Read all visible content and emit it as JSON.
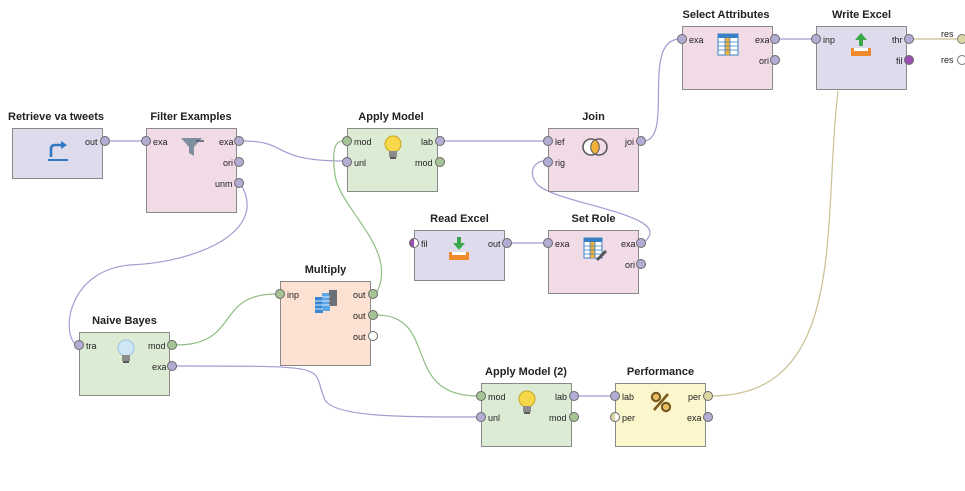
{
  "operators": {
    "retrieve": {
      "title": "Retrieve va tweets",
      "out": "out"
    },
    "filter": {
      "title": "Filter Examples",
      "exa_in": "exa",
      "exa_out": "exa",
      "ori": "ori",
      "unm": "unm"
    },
    "apply1": {
      "title": "Apply Model",
      "mod_in": "mod",
      "unl": "unl",
      "lab": "lab",
      "mod_out": "mod"
    },
    "join": {
      "title": "Join",
      "lef": "lef",
      "rig": "rig",
      "joi": "joi"
    },
    "select": {
      "title": "Select Attributes",
      "exa_in": "exa",
      "exa_out": "exa",
      "ori": "ori"
    },
    "write": {
      "title": "Write Excel",
      "inp": "inp",
      "thr": "thr",
      "fil": "fil"
    },
    "readexcel": {
      "title": "Read Excel",
      "fil": "fil",
      "out": "out"
    },
    "setrole": {
      "title": "Set Role",
      "exa_in": "exa",
      "exa_out": "exa",
      "ori": "ori"
    },
    "multiply": {
      "title": "Multiply",
      "inp": "inp",
      "out1": "out",
      "out2": "out",
      "out3": "out"
    },
    "naive": {
      "title": "Naive Bayes",
      "tra": "tra",
      "mod": "mod",
      "exa": "exa"
    },
    "apply2": {
      "title": "Apply Model (2)",
      "mod_in": "mod",
      "unl": "unl",
      "lab": "lab",
      "mod_out": "mod"
    },
    "perf": {
      "title": "Performance",
      "lab": "lab",
      "per_in": "per",
      "per_out": "per",
      "exa": "exa"
    }
  },
  "results": {
    "res1": "res",
    "res2": "res"
  },
  "colors": {
    "example_set": "#b3acd4",
    "model": "#a6c496",
    "performance": "#dcd6a4",
    "wire_example": "#a59ad0",
    "wire_model": "#8fbf84",
    "wire_perf": "#c9c192"
  },
  "icons": {
    "retrieve": "retrieve-arrow-icon",
    "filter": "funnel-icon",
    "apply": "lightbulb-icon",
    "join": "venn-join-icon",
    "select": "table-columns-icon",
    "write": "excel-upload-icon",
    "read": "excel-download-icon",
    "setrole": "table-edit-icon",
    "multiply": "multiply-blocks-icon",
    "naive": "lightbulb-outline-icon",
    "perf": "percent-icon"
  }
}
